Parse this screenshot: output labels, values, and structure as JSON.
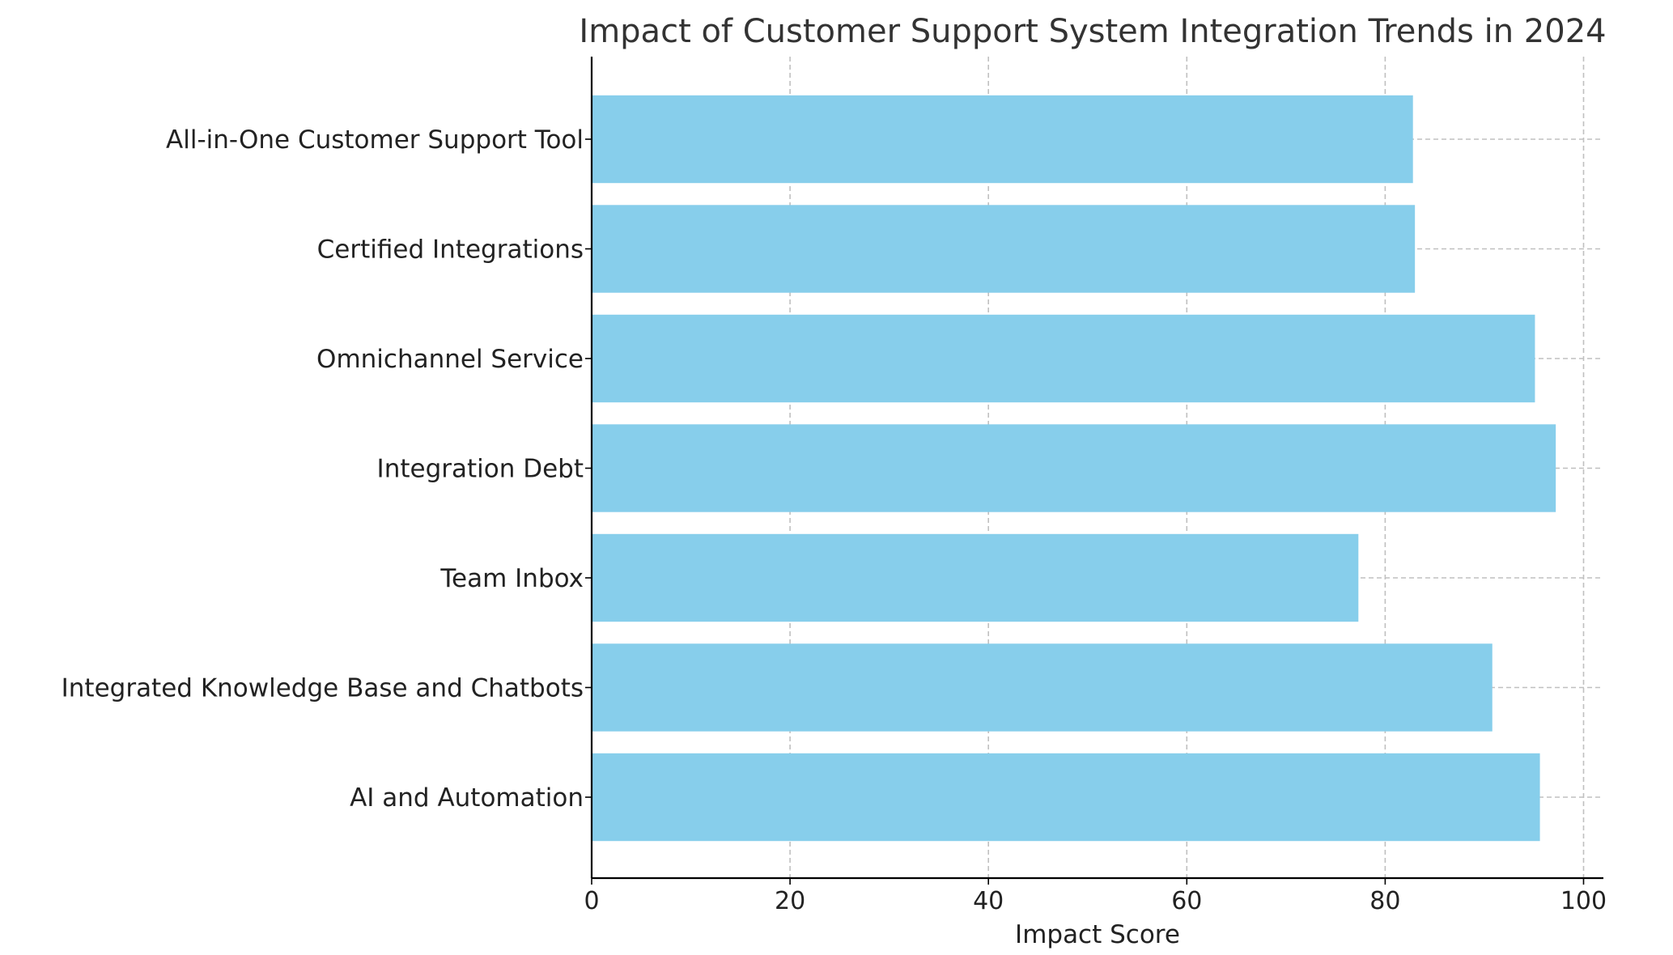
{
  "chart_data": {
    "type": "bar",
    "orientation": "horizontal",
    "title": "Impact of Customer Support System Integration Trends in 2024",
    "xlabel": "Impact Score",
    "ylabel": "",
    "xlim": [
      0,
      102
    ],
    "xticks": [
      0,
      20,
      40,
      60,
      80,
      100
    ],
    "grid": true,
    "categories": [
      "AI and Automation",
      "Integrated Knowledge Base and Chatbots",
      "Team Inbox",
      "Integration Debt",
      "Omnichannel Service",
      "Certified Integrations",
      "All-in-One Customer Support Tool"
    ],
    "values": [
      95.6,
      90.8,
      77.3,
      97.2,
      95.1,
      83.0,
      82.8
    ],
    "bar_color": "#87ceeb"
  }
}
